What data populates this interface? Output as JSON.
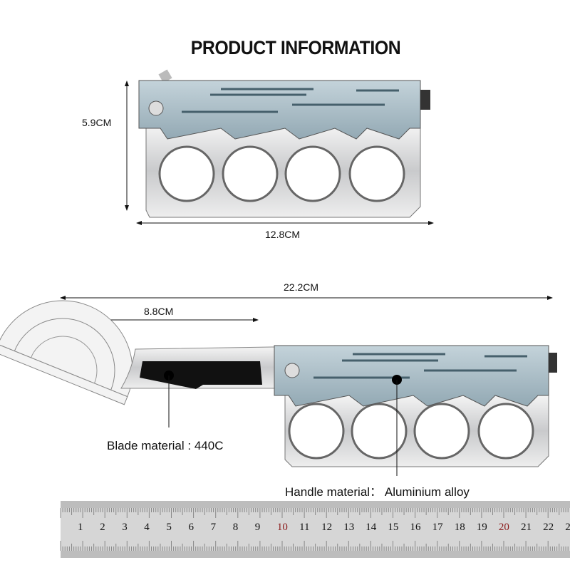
{
  "title": "PRODUCT INFORMATION",
  "dimensions": {
    "height": "5.9CM",
    "handle_length": "12.8CM",
    "total_length": "22.2CM",
    "blade_length": "8.8CM"
  },
  "materials": {
    "blade": "Blade material : 440C",
    "handle_label": "Handle material：",
    "handle_value": "Aluminium alloy"
  },
  "ruler": {
    "numbers": [
      "1",
      "2",
      "3",
      "4",
      "5",
      "6",
      "7",
      "8",
      "9",
      "10",
      "11",
      "12",
      "13",
      "14",
      "15",
      "16",
      "17",
      "18",
      "19",
      "20",
      "21",
      "22",
      "2"
    ],
    "highlight_color": "#8b1a1a"
  },
  "colors": {
    "handle": "#a9bcc6",
    "blade_coating": "#111111",
    "steel": "#d9dadc"
  }
}
